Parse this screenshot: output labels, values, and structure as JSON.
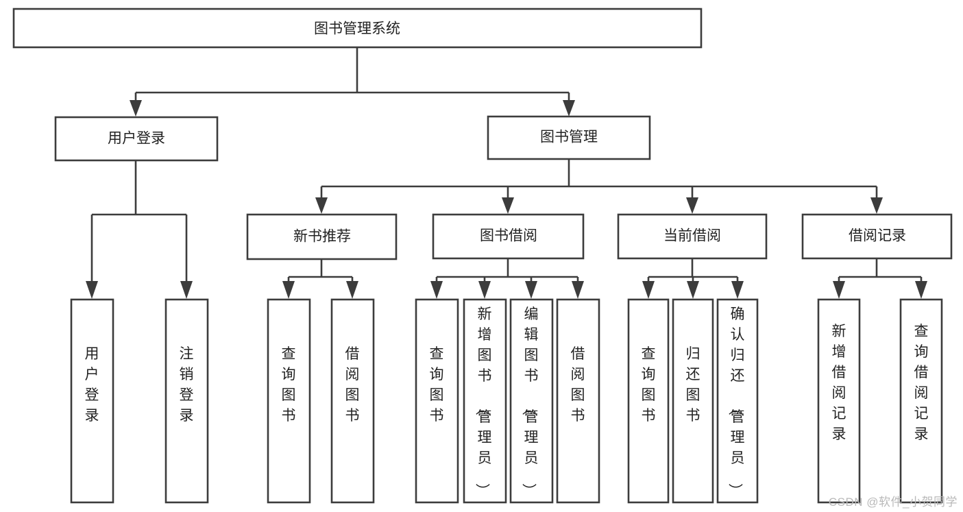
{
  "diagram": {
    "title": "图书管理系统",
    "watermark": "CSDN @软件_小贺同学",
    "colors": {
      "box_stroke": "#3c3c3c",
      "box_fill": "#ffffff",
      "text": "#222222",
      "watermark": "#b9b9b9",
      "background": "#ffffff"
    },
    "root": {
      "id": "root",
      "label": "图书管理系统"
    },
    "level2": [
      {
        "id": "user-login",
        "label": "用户登录"
      },
      {
        "id": "book-management",
        "label": "图书管理"
      }
    ],
    "level3": [
      {
        "id": "new-book-recommend",
        "label": "新书推荐"
      },
      {
        "id": "book-borrow",
        "label": "图书借阅"
      },
      {
        "id": "current-borrow",
        "label": "当前借阅"
      },
      {
        "id": "borrow-record",
        "label": "借阅记录"
      }
    ],
    "leaves": {
      "user_login": [
        {
          "id": "leaf-user-login",
          "label": "用户登录"
        },
        {
          "id": "leaf-logout-login",
          "label": "注销登录"
        }
      ],
      "new_book_recommend": [
        {
          "id": "leaf-query-book-1",
          "label": "查询图书"
        },
        {
          "id": "leaf-borrow-book-1",
          "label": "借阅图书"
        }
      ],
      "book_borrow": [
        {
          "id": "leaf-query-book-2",
          "label": "查询图书"
        },
        {
          "id": "leaf-add-book",
          "label": "新增图书（管理员）"
        },
        {
          "id": "leaf-edit-book",
          "label": "编辑图书（管理员）"
        },
        {
          "id": "leaf-borrow-book-2",
          "label": "借阅图书"
        }
      ],
      "current_borrow": [
        {
          "id": "leaf-query-book-3",
          "label": "查询图书"
        },
        {
          "id": "leaf-return-book",
          "label": "归还图书"
        },
        {
          "id": "leaf-confirm-return",
          "label": "确认归还（管理员）"
        }
      ],
      "borrow_record": [
        {
          "id": "leaf-add-record",
          "label": "新增借阅记录"
        },
        {
          "id": "leaf-query-record",
          "label": "查询借阅记录"
        }
      ]
    }
  }
}
